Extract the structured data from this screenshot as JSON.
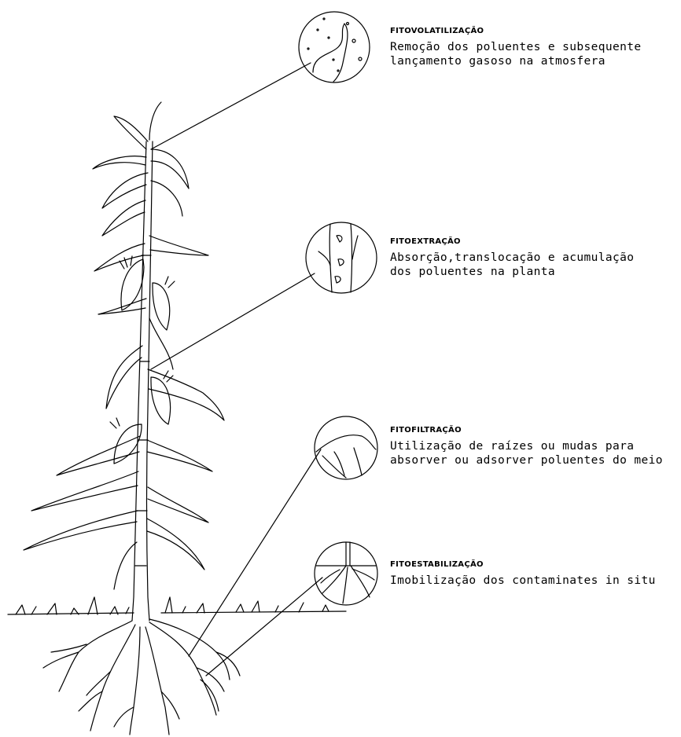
{
  "processes": [
    {
      "title": "FITOVOLATILIZAÇÃO",
      "desc1": "Remoção dos poluentes e subsequente",
      "desc2": "lançamento gasoso na atmosfera"
    },
    {
      "title": "FITOEXTRAÇÃO",
      "desc1": "Absorção,translocação e acumulação",
      "desc2": "dos poluentes na planta"
    },
    {
      "title": "FITOFILTRAÇÃO",
      "desc1": "Utilização de raízes ou mudas para",
      "desc2": "absorver ou adsorver poluentes do meio"
    },
    {
      "title": "FITOESTABILIZAÇÃO",
      "desc1": "Imobilização dos contaminates in situ",
      "desc2": ""
    }
  ],
  "colors": {
    "line": "#000000",
    "background": "#ffffff"
  }
}
